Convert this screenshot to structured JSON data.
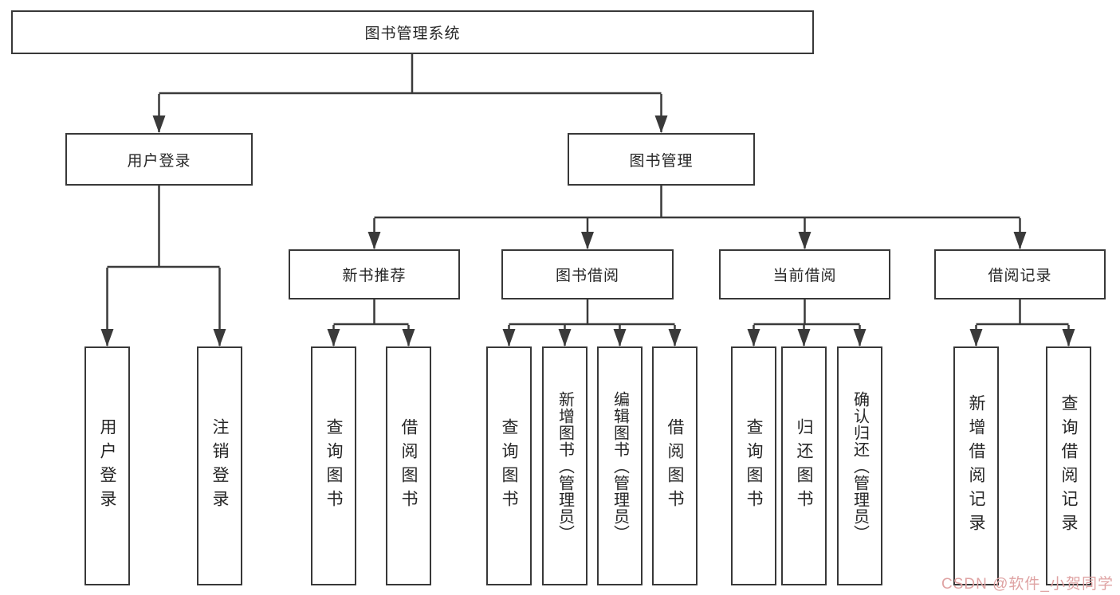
{
  "diagram": {
    "root_label": "图书管理系统",
    "level2": [
      {
        "label": "用户登录",
        "children": [
          "用户登录",
          "注销登录"
        ]
      },
      {
        "label": "图书管理"
      }
    ],
    "sections": [
      {
        "label": "新书推荐",
        "children": [
          "查询图书",
          "借阅图书"
        ]
      },
      {
        "label": "图书借阅",
        "children": [
          "查询图书",
          "新增图书（管理员）",
          "编辑图书（管理员）",
          "借阅图书"
        ]
      },
      {
        "label": "当前借阅",
        "children": [
          "查询图书",
          "归还图书",
          "确认归还（管理员）"
        ]
      },
      {
        "label": "借阅记录",
        "children": [
          "新增借阅记录",
          "查询借阅记录"
        ]
      }
    ],
    "watermark": "CSDN @软件_小贺同学",
    "colors": {
      "line": "#3a3a3a",
      "box_border": "#383838",
      "text": "#262626",
      "watermark": "#dfa3a3",
      "background": "#ffffff"
    }
  }
}
